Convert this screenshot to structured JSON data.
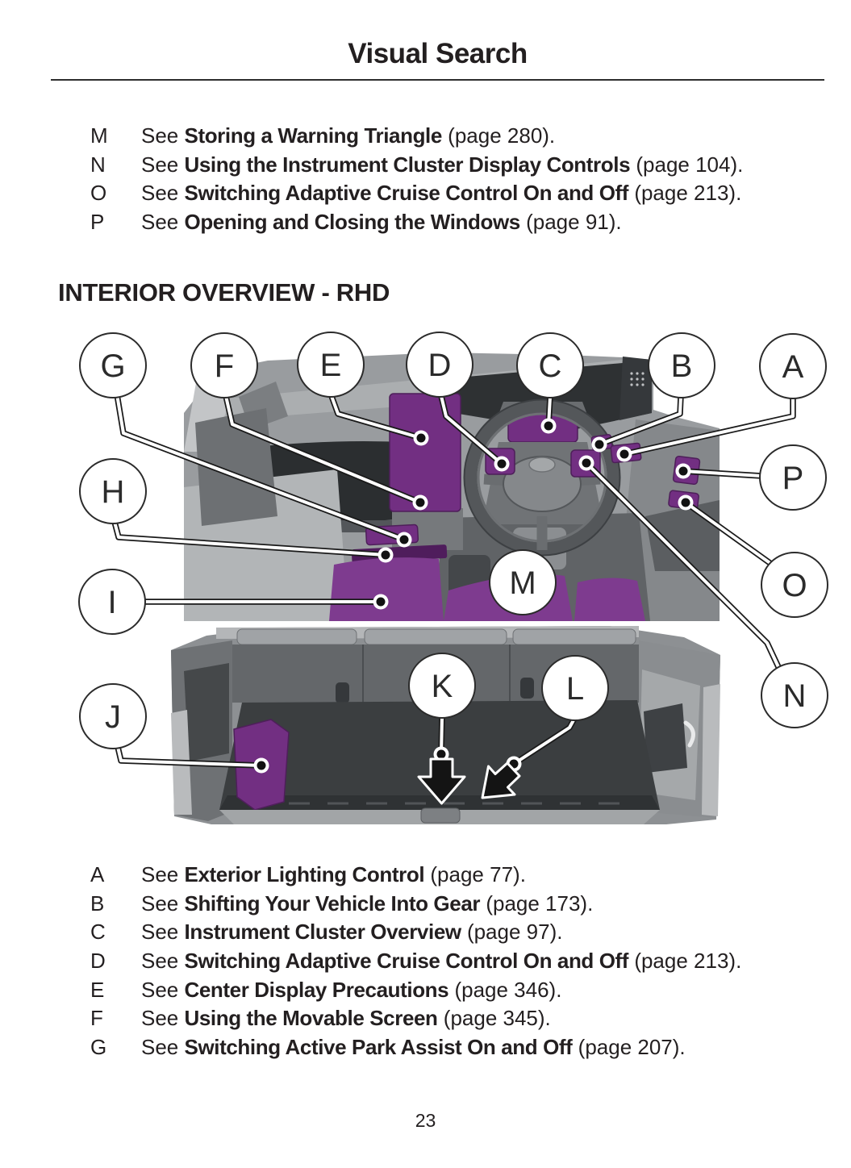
{
  "page": {
    "title": "Visual Search",
    "number": "23"
  },
  "section_heading": "INTERIOR OVERVIEW - RHD",
  "top_references": {
    "items": [
      {
        "letter": "M",
        "see": "See",
        "topic": "Storing a Warning Triangle",
        "page_ref": "(page 280)."
      },
      {
        "letter": "N",
        "see": "See",
        "topic": "Using the Instrument Cluster Display Controls",
        "page_ref": "(page 104)."
      },
      {
        "letter": "O",
        "see": "See",
        "topic": "Switching Adaptive Cruise Control On and Off",
        "page_ref": "(page 213)."
      },
      {
        "letter": "P",
        "see": "See",
        "topic": "Opening and Closing the Windows",
        "page_ref": "(page 91)."
      }
    ]
  },
  "bottom_references": {
    "items": [
      {
        "letter": "A",
        "see": "See",
        "topic": "Exterior Lighting Control",
        "page_ref": "(page 77)."
      },
      {
        "letter": "B",
        "see": "See",
        "topic": "Shifting Your Vehicle Into Gear",
        "page_ref": "(page 173)."
      },
      {
        "letter": "C",
        "see": "See",
        "topic": "Instrument Cluster Overview",
        "page_ref": "(page 97)."
      },
      {
        "letter": "D",
        "see": "See",
        "topic": "Switching Adaptive Cruise Control On and Off",
        "page_ref": "(page 213)."
      },
      {
        "letter": "E",
        "see": "See",
        "topic": "Center Display Precautions",
        "page_ref": "(page 346)."
      },
      {
        "letter": "F",
        "see": "See",
        "topic": "Using the Movable Screen",
        "page_ref": "(page 345)."
      },
      {
        "letter": "G",
        "see": "See",
        "topic": "Switching Active Park Assist On and Off",
        "page_ref": "(page 207)."
      }
    ]
  },
  "diagram": {
    "highlight_color": "#722f82",
    "callouts": [
      "G",
      "F",
      "E",
      "D",
      "C",
      "B",
      "A",
      "H",
      "P",
      "I",
      "O",
      "M",
      "N",
      "J",
      "K",
      "L"
    ],
    "icons": [
      {
        "name": "down-arrow"
      },
      {
        "name": "down-left-arrow"
      }
    ]
  }
}
